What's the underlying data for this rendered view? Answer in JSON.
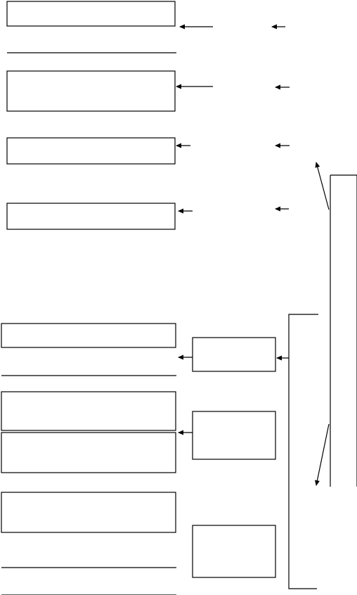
{
  "diagram": {
    "stroke_color": "#000000",
    "background_color": "#ffffff",
    "left_boxes": [
      {
        "id": "L1",
        "label": ""
      },
      {
        "id": "L2",
        "label": ""
      },
      {
        "id": "L3",
        "label": ""
      },
      {
        "id": "L4",
        "label": ""
      },
      {
        "id": "L5",
        "label": ""
      },
      {
        "id": "L6",
        "label": ""
      },
      {
        "id": "L7",
        "label": ""
      },
      {
        "id": "L8",
        "label": ""
      }
    ],
    "middle_boxes": [
      {
        "id": "M1",
        "label": ""
      },
      {
        "id": "M2",
        "label": ""
      },
      {
        "id": "M3",
        "label": ""
      }
    ]
  }
}
